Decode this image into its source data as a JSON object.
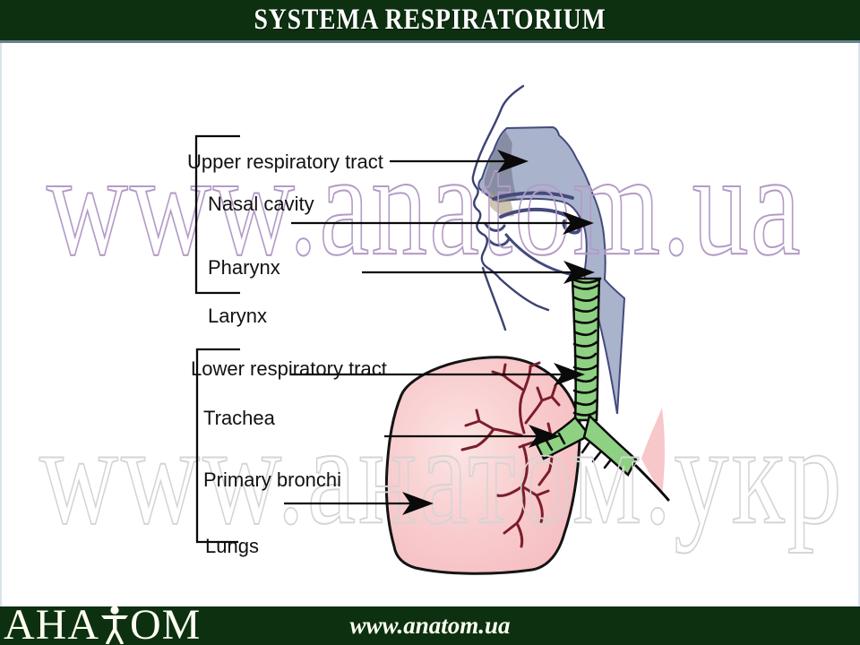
{
  "header": {
    "title": "SYSTEMA RESPIRATORIUM"
  },
  "watermarks": {
    "top": "www.anatom.ua",
    "bottom": "www.анатом.укр"
  },
  "diagram": {
    "upper_heading": "Upper respiratory tract",
    "lower_heading": "Lower respiratory tract",
    "labels": {
      "nasal": "Nasal cavity",
      "pharynx": "Pharynx",
      "larynx": "Larynx",
      "trachea": "Trachea",
      "bronchi": "Primary bronchi",
      "lungs": "Lungs"
    }
  },
  "footer": {
    "logo_full": "АНАТОМ",
    "logo_prefix": "АНА",
    "logo_suffix": "ОМ",
    "url": "www.anatom.ua"
  },
  "colors": {
    "header_bg": "#0d3110",
    "head_fill": "#a9b4cc",
    "outline_navy": "#3c4273",
    "trachea_green": "#8ed183",
    "lung_pink": "#f7c5c8",
    "bronchial_red": "#7b1d2b",
    "watermark_top": "#b49bc7",
    "watermark_bottom": "#d4d4d4"
  }
}
